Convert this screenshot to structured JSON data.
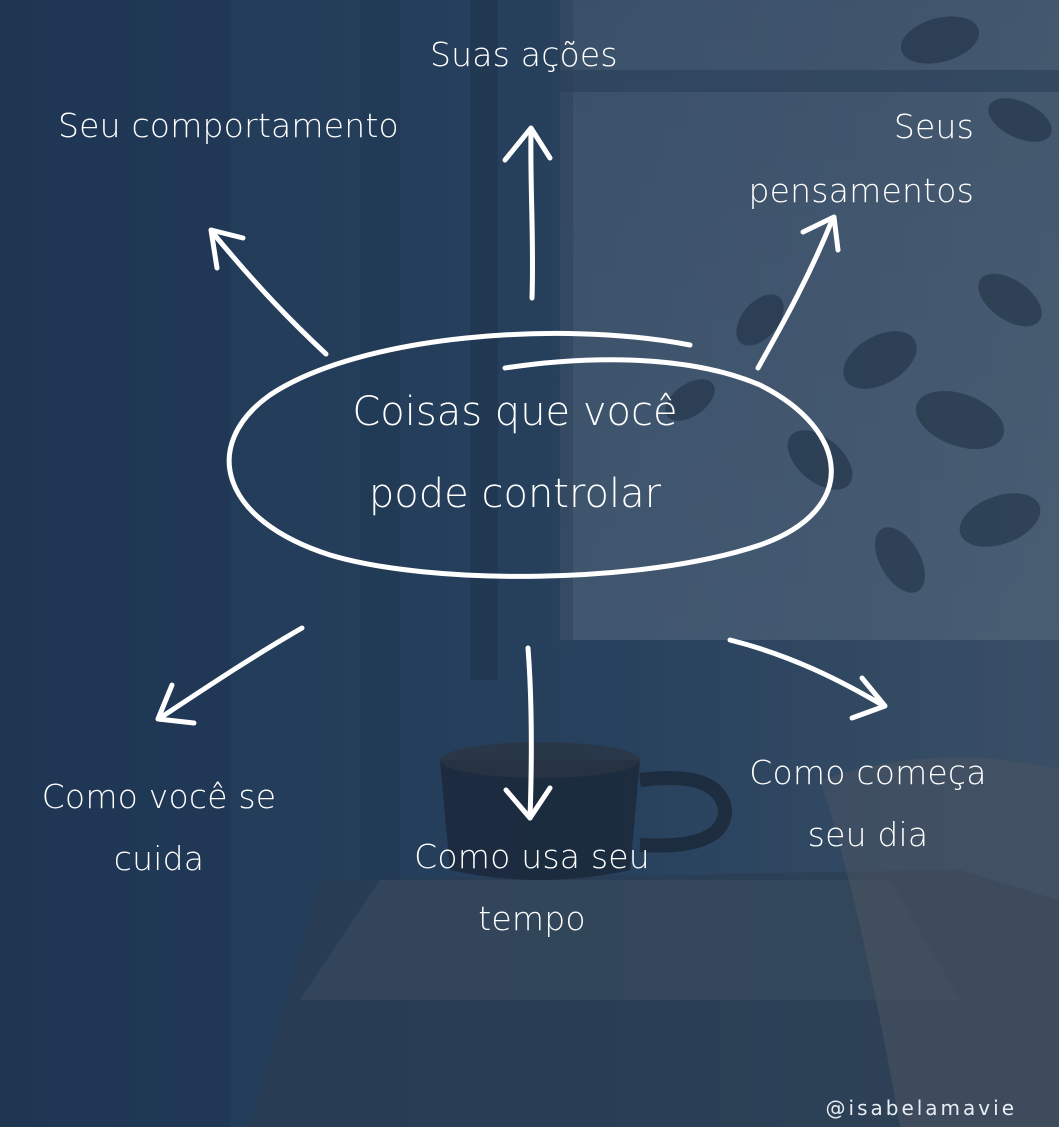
{
  "diagram": {
    "center": {
      "line1": "Coisas que você",
      "line2": "pode controlar"
    },
    "items": {
      "actions": "Suas ações",
      "behavior": "Seu comportamento",
      "thoughts_line1": "Seus",
      "thoughts_line2": "pensamentos",
      "selfcare_line1": "Como você se",
      "selfcare_line2": "cuida",
      "time_line1": "Como usa seu",
      "time_line2": "tempo",
      "day_line1": "Como começa",
      "day_line2": "seu dia"
    },
    "handle": "@isabelamavie"
  },
  "colors": {
    "background": "#26405d",
    "ink": "#ffffff"
  }
}
